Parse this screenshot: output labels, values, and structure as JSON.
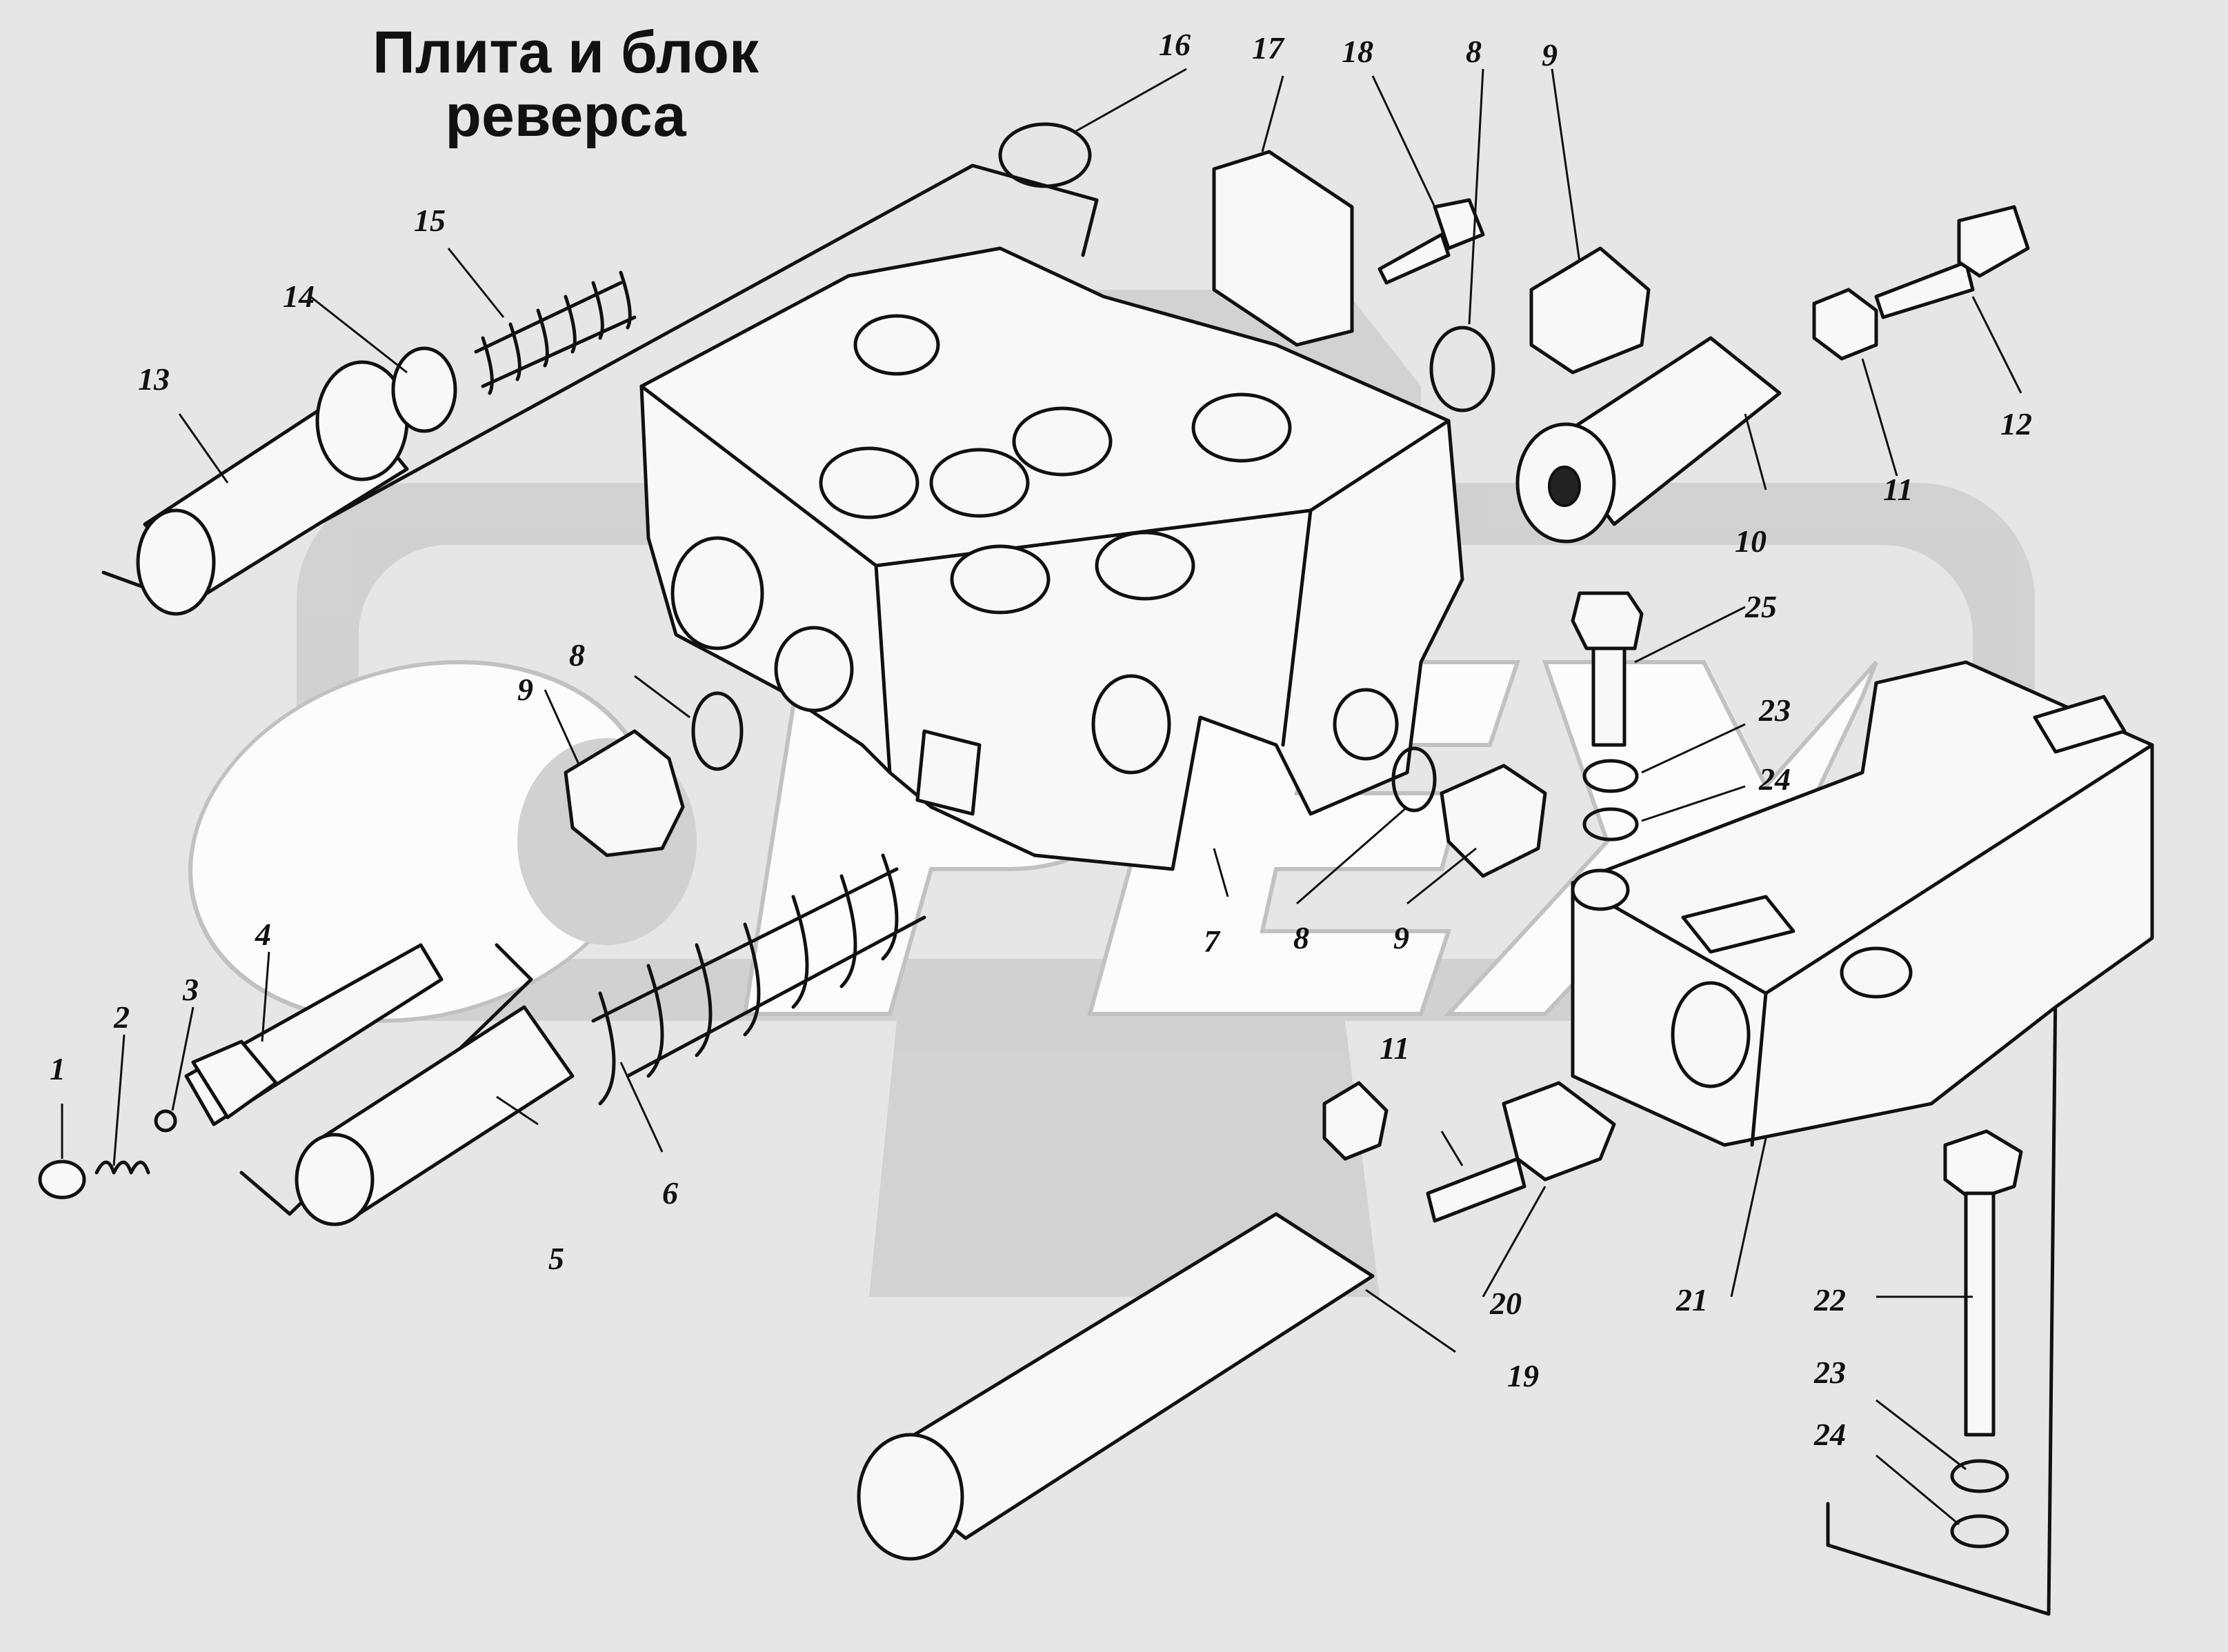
{
  "title": {
    "line1": "Плита и блок",
    "line2": "реверса"
  },
  "watermark": "ОРЕХ",
  "callouts": [
    {
      "id": "c1",
      "label": "1"
    },
    {
      "id": "c2",
      "label": "2"
    },
    {
      "id": "c3",
      "label": "3"
    },
    {
      "id": "c4",
      "label": "4"
    },
    {
      "id": "c5",
      "label": "5"
    },
    {
      "id": "c6",
      "label": "6"
    },
    {
      "id": "c7",
      "label": "7"
    },
    {
      "id": "c8a",
      "label": "8"
    },
    {
      "id": "c8b",
      "label": "8"
    },
    {
      "id": "c8c",
      "label": "8"
    },
    {
      "id": "c9a",
      "label": "9"
    },
    {
      "id": "c9b",
      "label": "9"
    },
    {
      "id": "c9c",
      "label": "9"
    },
    {
      "id": "c10",
      "label": "10"
    },
    {
      "id": "c11a",
      "label": "11"
    },
    {
      "id": "c11b",
      "label": "11"
    },
    {
      "id": "c12",
      "label": "12"
    },
    {
      "id": "c13",
      "label": "13"
    },
    {
      "id": "c14",
      "label": "14"
    },
    {
      "id": "c15",
      "label": "15"
    },
    {
      "id": "c16",
      "label": "16"
    },
    {
      "id": "c17",
      "label": "17"
    },
    {
      "id": "c18",
      "label": "18"
    },
    {
      "id": "c19",
      "label": "19"
    },
    {
      "id": "c20",
      "label": "20"
    },
    {
      "id": "c21",
      "label": "21"
    },
    {
      "id": "c22",
      "label": "22"
    },
    {
      "id": "c23a",
      "label": "23"
    },
    {
      "id": "c23b",
      "label": "23"
    },
    {
      "id": "c24a",
      "label": "24"
    },
    {
      "id": "c24b",
      "label": "24"
    },
    {
      "id": "c25",
      "label": "25"
    }
  ]
}
